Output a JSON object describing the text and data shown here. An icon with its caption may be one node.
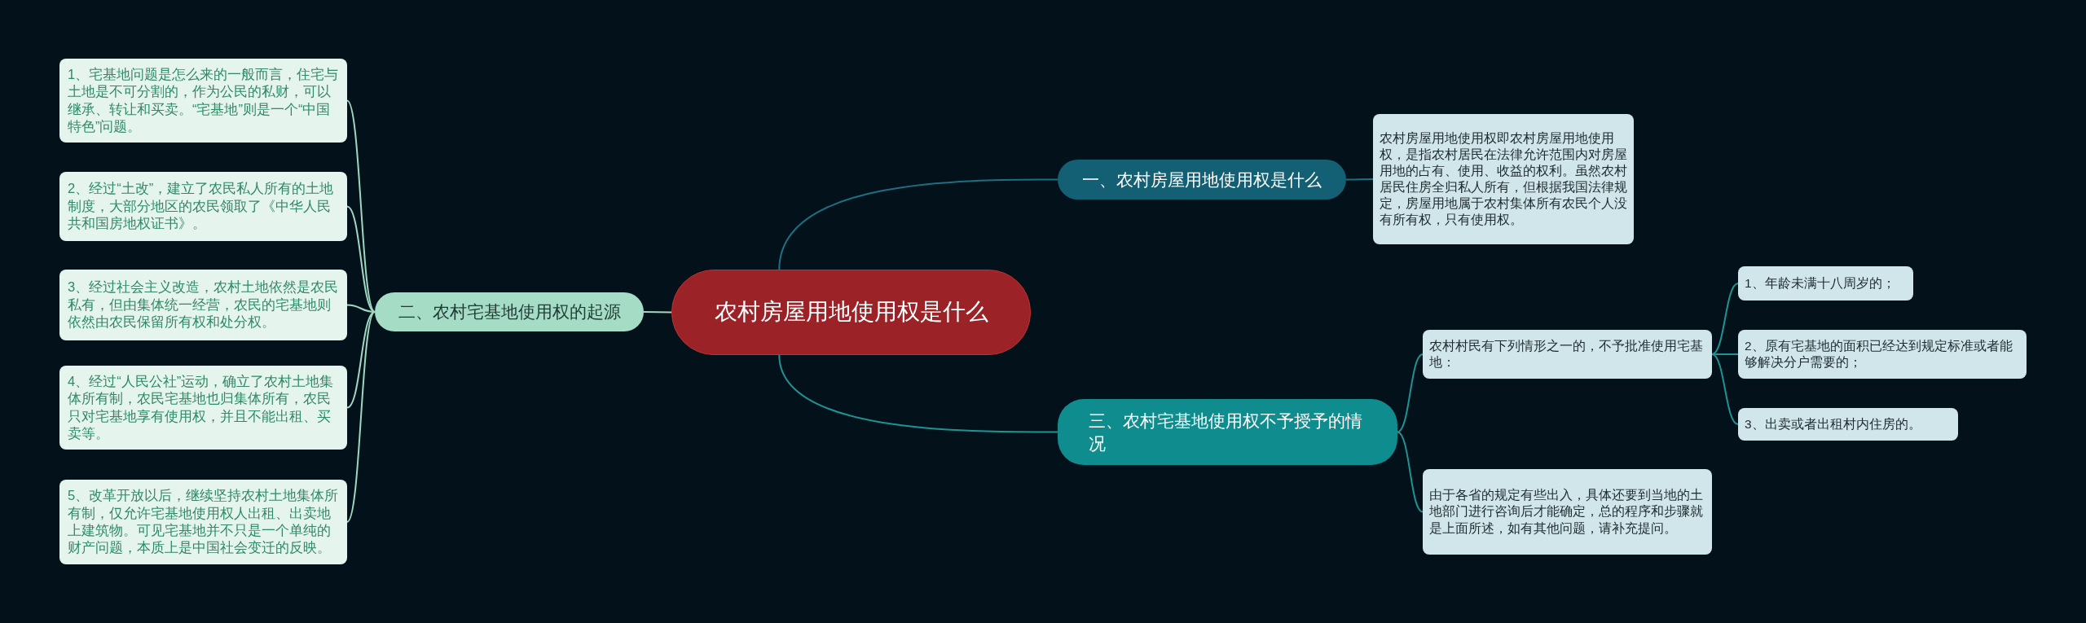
{
  "diagram": {
    "nodes": [
      {
        "text": [
          "农村房屋用地使用权是什么"
        ]
      },
      {
        "text": [
          "一、农村房屋用地使用权是什么"
        ]
      },
      {
        "text": [
          "农村房屋用地使用权即农村房屋用地使用权，是指农村居民在法律允许范围内对房屋用地的占有、使用、收益的权利。虽然农村居民住房全归私人所有，但根据我国法律规定，房屋用地属于农村集体所有农民个人没有所有权，只有使用权。"
        ]
      },
      {
        "text": [
          "二、农村宅基地使用权的起源"
        ]
      },
      {
        "text": [
          "1、宅基地问题是怎么来的一般而言，住宅与土地是不可分割的，作为公民的私财，可以继承、转让和买卖。“宅基地”则是一个“中国特色”问题。"
        ]
      },
      {
        "text": [
          "2、经过“土改”，建立了农民私人所有的土地制度，大部分地区的农民领取了《中华人民共和国房地权证书》。"
        ]
      },
      {
        "text": [
          "3、经过社会主义改造，农村土地依然是农民私有，但由集体统一经营，农民的宅基地则依然由农民保留所有权和处分权。"
        ]
      },
      {
        "text": [
          "4、经过“人民公社”运动，确立了农村土地集体所有制，农民宅基地也归集体所有，农民只对宅基地享有使用权，并且不能出租、买卖等。"
        ]
      },
      {
        "text": [
          "5、改革开放以后，继续坚持农村土地集体所有制，仅允许宅基地使用权人出租、出卖地上建筑物。可见宅基地并不只是一个单纯的财产问题，本质上是中国社会变迁的反映。"
        ]
      },
      {
        "text": [
          "三、农村宅基地使用权不予授予的情况"
        ]
      },
      {
        "text": [
          "农村村民有下列情形之一的，不予批准使用宅基地："
        ]
      },
      {
        "text": [
          "1、年龄未满十八周岁的；"
        ]
      },
      {
        "text": [
          "2、原有宅基地的面积已经达到规定标准或者能够解决分户需要的；"
        ]
      },
      {
        "text": [
          "3、出卖或者出租村内住房的。"
        ]
      },
      {
        "text": [
          "由于各省的规定有些出入，具体还要到当地的土地部门进行咨询后才能确定，总的程序和步骤就是上面所述，如有其他问题，请补充提问。"
        ]
      }
    ],
    "edges": [
      {
        "from": 0,
        "to": 1,
        "arrow": "none",
        "color": "#1d6f82"
      },
      {
        "from": 1,
        "to": 2,
        "arrow": "none",
        "color": "#1d6f82"
      },
      {
        "from": 0,
        "to": 3,
        "arrow": "none"
      },
      {
        "from": 3,
        "to": 4,
        "arrow": "none"
      },
      {
        "from": 3,
        "to": 5,
        "arrow": "none"
      },
      {
        "from": 3,
        "to": 6,
        "arrow": "none"
      },
      {
        "from": 3,
        "to": 7,
        "arrow": "none"
      },
      {
        "from": 3,
        "to": 8,
        "arrow": "none"
      },
      {
        "from": 0,
        "to": 9,
        "arrow": "none",
        "color": "#1e9393"
      },
      {
        "from": 9,
        "to": 10,
        "arrow": "none",
        "color": "#1e9393"
      },
      {
        "from": 10,
        "to": 11,
        "arrow": "none",
        "color": "#1e9393"
      },
      {
        "from": 10,
        "to": 12,
        "arrow": "none",
        "color": "#1e9393"
      },
      {
        "from": 10,
        "to": 13,
        "arrow": "none",
        "color": "#1e9393"
      },
      {
        "from": 9,
        "to": 14,
        "arrow": "none",
        "color": "#1e9393"
      }
    ]
  }
}
